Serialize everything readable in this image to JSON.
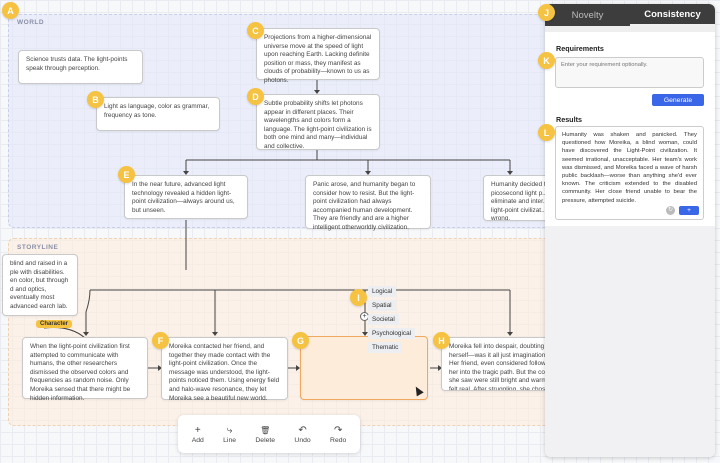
{
  "regions": {
    "world": "WORLD",
    "storyline": "STORYLINE"
  },
  "world_cards": {
    "c1": "Science trusts data. The light-points speak through perception.",
    "b": "Light as language, color as grammar, frequency as tone.",
    "c": "Projections from a higher-dimensional universe move at the speed of light upon reaching Earth. Lacking definite position or mass, they manifest as clouds of probability—known to us as photons.",
    "d": "Subtle probability shifts let photons appear in different places. Their wavelengths and colors form a language. The light-point civilization is both one mind and many—individual and collective.",
    "e": "In the near future, advanced light technology revealed a hidden light-point civilization—always around us, but unseen.",
    "mid": "Panic arose, and humanity began to consider how to resist. But the light-point civilization had always accompanied human development. They are friendly and are a higher intelligent otherworldly civilization.",
    "right": "Humanity decided to... picosecond light p... eliminate and inter... light-point civilizat... wrong."
  },
  "story_cards": {
    "character": "blind and raised in a ple with disabilities. en color, but through d and optics, eventually most advanced earch lab.",
    "character_tag": "Character",
    "s1": "When the light-point civilization first attempted to communicate with humans, the other researchers dismissed the observed colors and frequencies as random noise. Only Moreika sensed that there might be hidden information.",
    "f": "Moreika contacted her friend, and together they made contact with the light-point civilization. Once the message was understood, the light-points noticed them. Using energy field and halo-wave resonance, they let Moreika see a beautiful new world.",
    "g": "",
    "h": "Moreika fell into despair, doubting herself—was it all just imagination? Her friend, even considered following her into the tragic path. But the colors she saw were still bright and warm—felt real. After struggling, she chose to stand firm."
  },
  "context_menu": [
    "Logical",
    "Spatial",
    "Societal",
    "Psychological",
    "Thematic"
  ],
  "context_menu_plus": "+",
  "badges": {
    "A": "A",
    "B": "B",
    "C": "C",
    "D": "D",
    "E": "E",
    "F": "F",
    "G": "G",
    "H": "H",
    "I": "I",
    "J": "J",
    "K": "K",
    "L": "L"
  },
  "toolbar": [
    {
      "label": "Add",
      "icon": "+"
    },
    {
      "label": "Line",
      "icon": "⤷"
    },
    {
      "label": "Delete",
      "icon": "🗑"
    },
    {
      "label": "Undo",
      "icon": "↶"
    },
    {
      "label": "Redo",
      "icon": "↷"
    }
  ],
  "panel": {
    "tabs": [
      "Novelty",
      "Consistency"
    ],
    "active_tab": "Consistency",
    "requirements_title": "Requirements",
    "requirements_placeholder": "Enter your requirement optionally.",
    "generate_label": "Generate",
    "results_title": "Results",
    "result_text": "Humanity was shaken and panicked. They questioned how Moreika, a blind woman, could have discovered the Light-Point civilization. It seemed irrational, unacceptable. Her team's work was dismissed, and Moreika faced a wave of harsh public backlash—worse than anything she'd ever known. The criticism extended to the disabled community. Her close friend unable to bear the pressure, attempted suicide.",
    "refresh_icon": "↻",
    "add_label": "+"
  },
  "colors": {
    "accent": "#3a66e8",
    "badge": "#f5c242",
    "selected_border": "#f0a860",
    "panel_tab_bg": "#3d3d3d"
  }
}
